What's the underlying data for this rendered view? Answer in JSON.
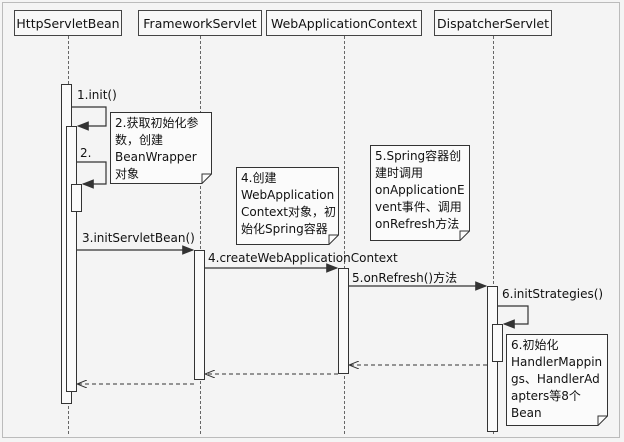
{
  "participants": {
    "p1": "HttpServletBean",
    "p2": "FrameworkServlet",
    "p3": "WebApplicationContext",
    "p4": "DispatcherServlet"
  },
  "messages": {
    "m1": "1.init()",
    "m2": "2.",
    "m3": "3.initServletBean()",
    "m4": "4.createWebApplicationContext",
    "m5": "5.onRefresh()方法",
    "m6": "6.initStrategies()"
  },
  "notes": {
    "n2": "2.获取初始化参\n数，创建\nBeanWrapper\n对象",
    "n4": "4.创建\nWebApplication\nContext对象，初\n始化Spring容器",
    "n5": "5.Spring容器创\n建时调用\nonApplicationE\nvent事件、调用\nonRefresh方法",
    "n6": "6.初始化\nHandlerMappin\ngs、HandlerAd\napters等8个\nBean"
  },
  "colors": {
    "line": "#333333",
    "background": "#f4f4f4"
  }
}
